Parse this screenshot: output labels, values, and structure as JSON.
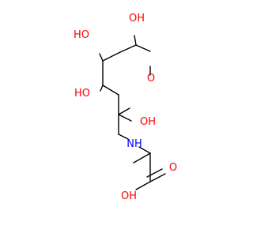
{
  "atoms": {
    "oh_top_right": "OH",
    "oh_top_left": "HO",
    "oh_mid_left": "HO",
    "ring_o": "O",
    "oh_anomeric": "OH",
    "nh": "NH",
    "acid_o": "O",
    "acid_oh": "OH"
  },
  "colors": {
    "oxygen": "#ff0000",
    "nitrogen": "#0000ff",
    "bond": "#000000"
  }
}
